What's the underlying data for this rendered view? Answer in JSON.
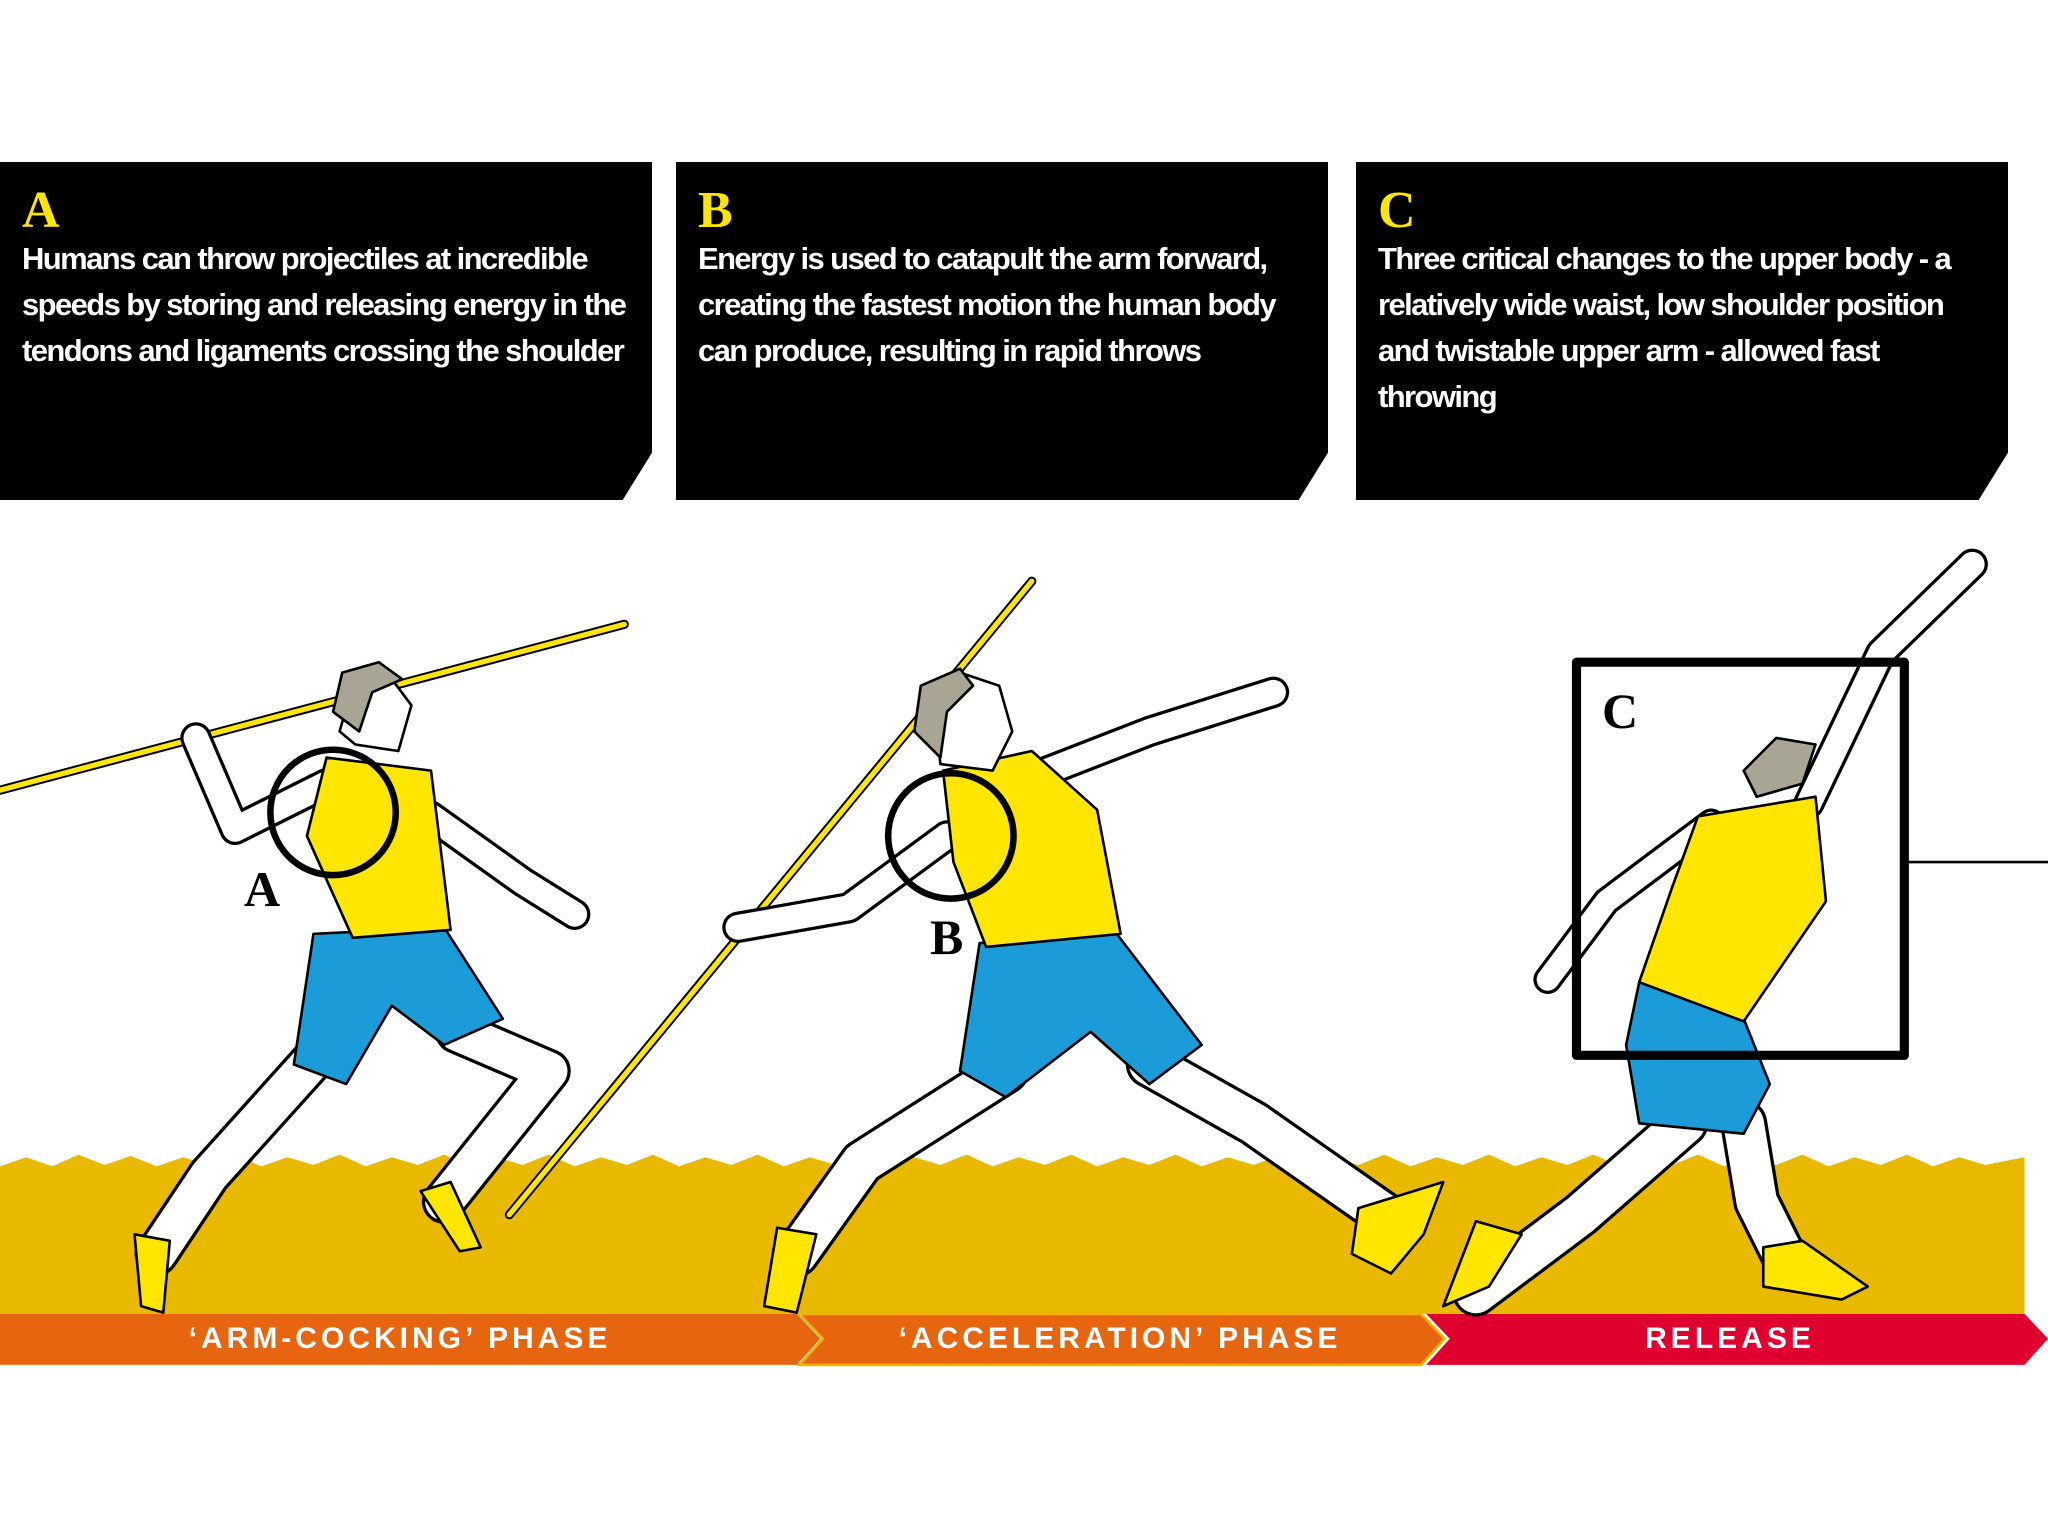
{
  "colors": {
    "box": "#000000",
    "letter": "#ffe600",
    "ground": "#e9b900",
    "phase_orange": "#e8650f",
    "release_red": "#e0002f",
    "vest": "#ffe600",
    "shorts": "#1b9bd8",
    "hair": "#a8a595"
  },
  "panels": [
    {
      "letter": "A",
      "text": "Humans can throw projectiles at incredible speeds by storing and releasing energy in the tendons and ligaments crossing the shoulder"
    },
    {
      "letter": "B",
      "text": "Energy is used to catapult the arm forward, creating the fastest motion the human body can produce, resulting in rapid throws"
    },
    {
      "letter": "C",
      "text": "Three critical changes to the upper body - a relatively wide waist, low shoulder position and twistable upper arm - allowed fast throwing"
    }
  ],
  "markers": {
    "a": "A",
    "b": "B",
    "c": "C"
  },
  "phases": [
    "‘ARM-COCKING’ PHASE",
    "‘ACCELERATION’ PHASE",
    "RELEASE"
  ]
}
